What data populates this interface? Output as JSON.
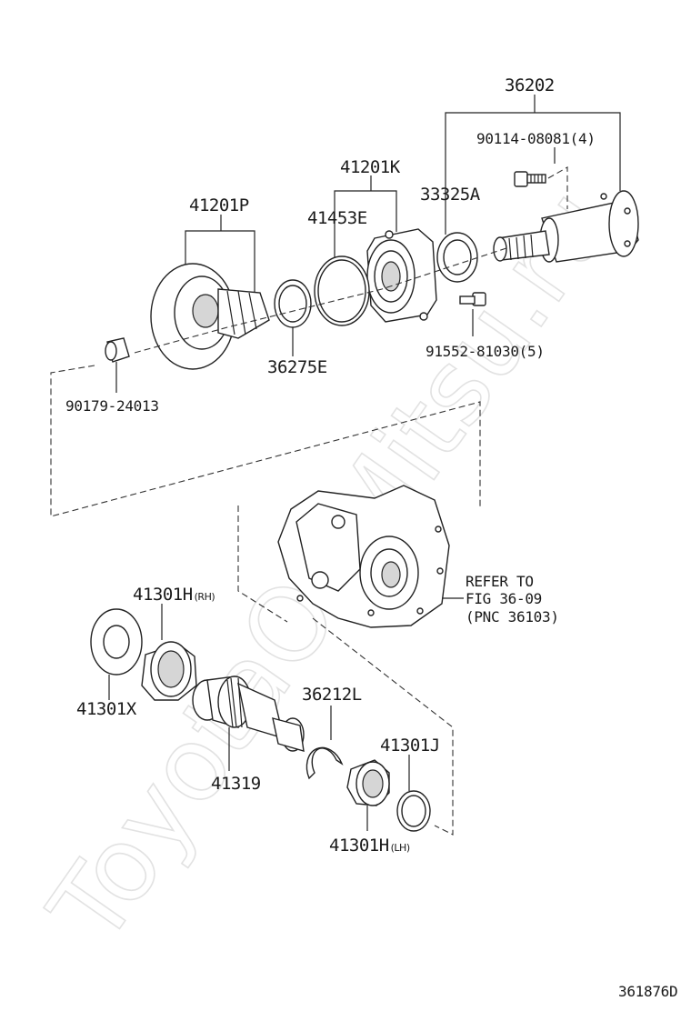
{
  "watermark": "ToyotaOnMitsu.ru",
  "figure_code": "361876D",
  "labels": {
    "p36202": "36202",
    "p90114": "90114-08081(4)",
    "p33325A": "33325A",
    "p41201K": "41201K",
    "p41453E": "41453E",
    "p41201P": "41201P",
    "p36275E": "36275E",
    "p91552": "91552-81030(5)",
    "p90179": "90179-24013",
    "refer_line1": "REFER TO",
    "refer_line2": "FIG 36-09",
    "refer_line3": "(PNC 36103)",
    "p41301H_rh": "41301H",
    "p41301H_rh_sub": "(RH)",
    "p41301X": "41301X",
    "p41319": "41319",
    "p36212L": "36212L",
    "p41301J": "41301J",
    "p41301H_lh": "41301H",
    "p41301H_lh_sub": "(LH)"
  }
}
